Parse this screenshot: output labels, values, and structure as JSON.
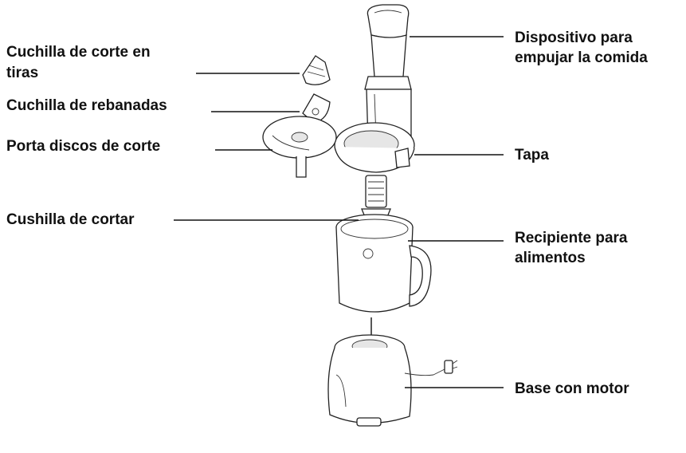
{
  "labels": {
    "cutter_strips_l1": "Cuchilla de corte en",
    "cutter_strips_l2": "tiras",
    "slicing_blade": "Cuchilla de rebanadas",
    "disc_holder": "Porta discos de corte",
    "chopping_blade": "Cushilla de cortar",
    "pusher_l1": "Dispositivo para",
    "pusher_l2": "empujar la comida",
    "lid": "Tapa",
    "bowl_l1": "Recipiente para",
    "bowl_l2": "alimentos",
    "base": "Base con motor"
  },
  "colors": {
    "line": "#111111",
    "text": "#111111",
    "shade": "#e6e6e6"
  }
}
